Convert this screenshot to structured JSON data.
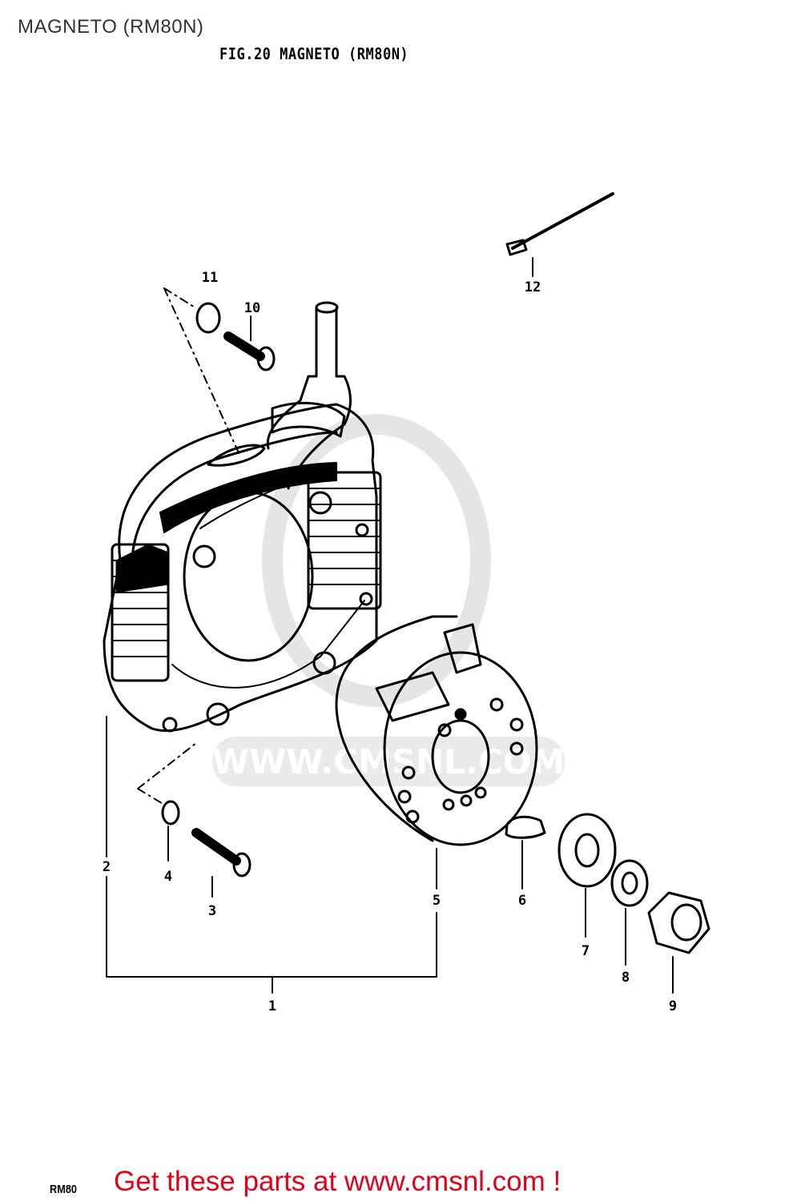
{
  "page_title": "MAGNETO (RM80N)",
  "figure_title": "FIG.20  MAGNETO (RM80N)",
  "callouts": [
    "1",
    "2",
    "3",
    "4",
    "5",
    "6",
    "7",
    "8",
    "9",
    "10",
    "11",
    "12"
  ],
  "watermark": "WWW.CMSNL.COM",
  "model_code": "RM80",
  "cta_text": "Get these parts at www.cmsnl.com !",
  "colors": {
    "cta": "#e3001b",
    "ink": "#000000",
    "watermark": "#d9d9d9"
  }
}
